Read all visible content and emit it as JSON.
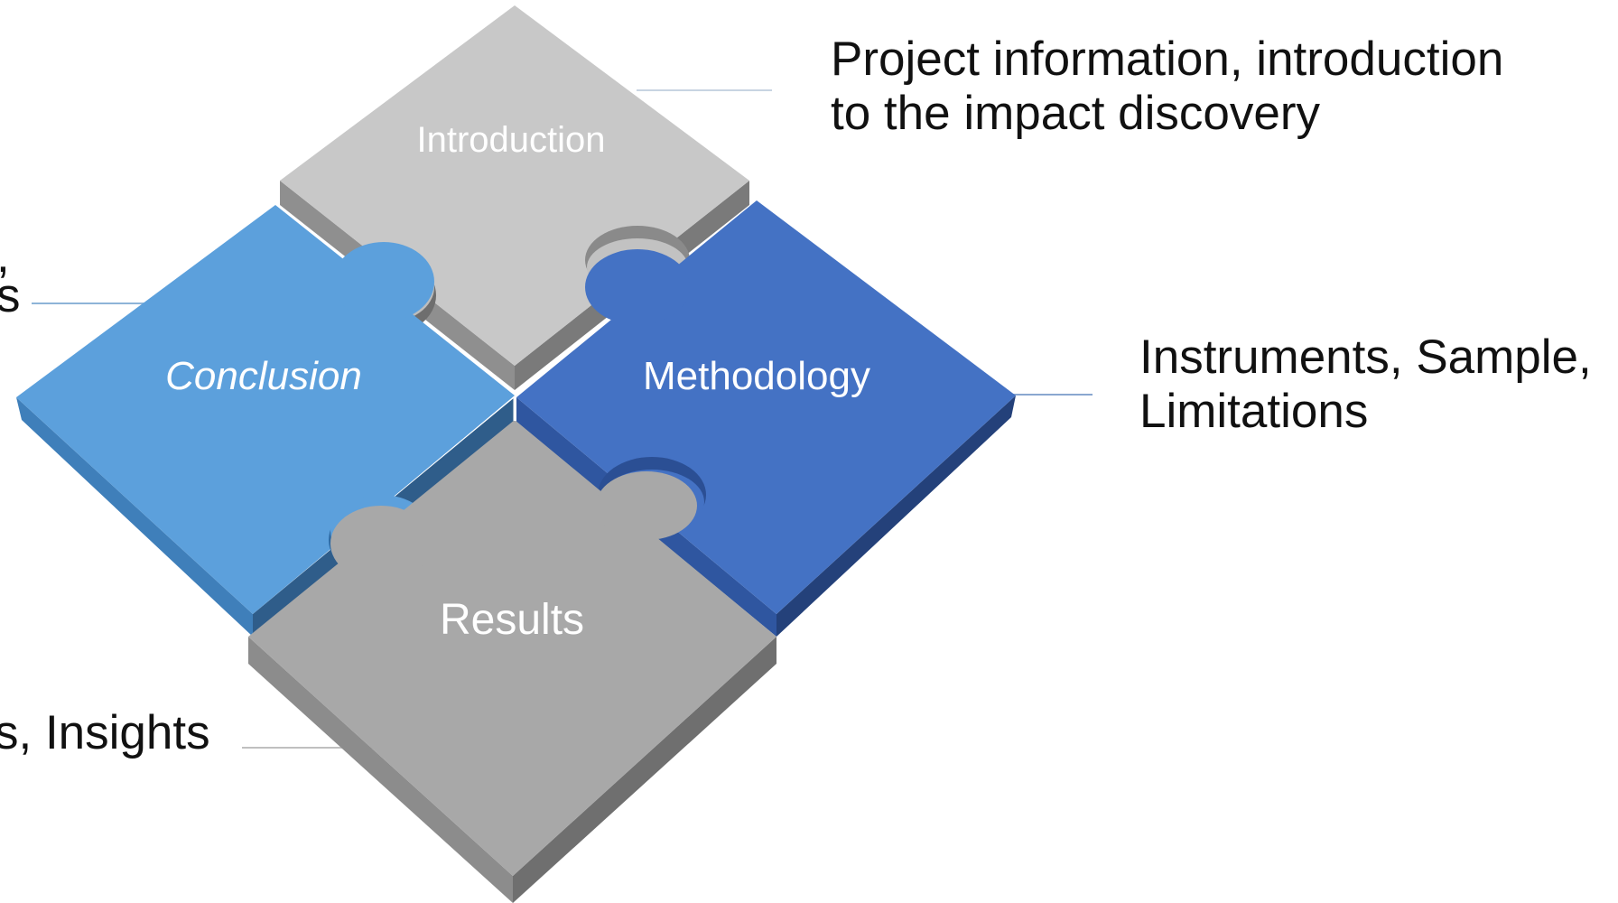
{
  "pieces": {
    "introduction": {
      "label": "Introduction",
      "color": "#c8c8c8"
    },
    "methodology": {
      "label": "Methodology",
      "color": "#4472c4"
    },
    "results": {
      "label": "Results",
      "color": "#a8a8a8"
    },
    "conclusion": {
      "label": "Conclusion",
      "color": "#5ca0dc"
    }
  },
  "descriptions": {
    "introduction": {
      "line1": "Project information, introduction",
      "line2": "to the impact discovery"
    },
    "methodology": {
      "line1": "Instruments, Sample,",
      "line2": "Limitations"
    },
    "conclusion": {
      "line1": ",",
      "line2": "s"
    },
    "results": {
      "line1": "s, Insights"
    }
  }
}
